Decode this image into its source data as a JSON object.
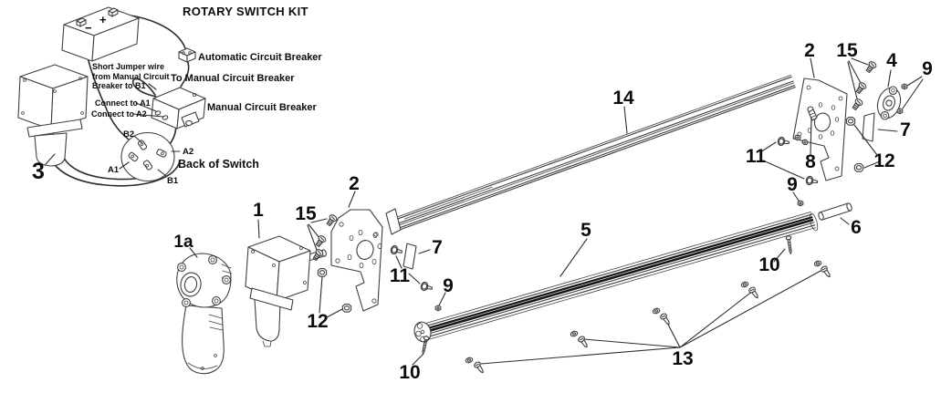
{
  "colors": {
    "line": "#3f3f3f",
    "dark": "#161616",
    "label": "#0c0c0c",
    "bg": "#ffffff"
  },
  "inset": {
    "title": "ROTARY SWITCH KIT",
    "battery_plus": "+",
    "battery_minus": "−",
    "automatic_breaker": "Automatic Circuit Breaker",
    "to_manual_breaker": "To Manual Circuit Breaker",
    "jumper_note_1": "Short Jumper wire",
    "jumper_note_2": "from Manual Circuit",
    "jumper_note_3": "Breaker to B1",
    "connect_a1": "Connect to A1",
    "connect_a2": "Connect to A2",
    "manual_breaker": "Manual Circuit Breaker",
    "back_of_switch": "Back of Switch",
    "term_b2": "B2",
    "term_a2": "A2",
    "term_a1": "A1",
    "term_b1": "B1"
  },
  "callouts": {
    "switch_kit_motor": "3",
    "gearbox_housing": "1a",
    "motor": "1",
    "plate_left": "2",
    "plate_screws_left": "15",
    "hex_nuts_left": "12",
    "flange_bolts_left": "11",
    "slide_block_left": "7",
    "set_screw_left": "9",
    "tube_screw_left": "10",
    "awning_rail": "14",
    "roller_tube": "5",
    "rail_screws": "13",
    "tube_screw_right": "10",
    "drive_pin": "6",
    "set_screw_right": "9",
    "plate_right": "2",
    "plate_screws_right": "15",
    "pivot_flange": "4",
    "flange_screws": "9",
    "slide_block_right": "7",
    "hex_nuts_right": "12",
    "travel_lock": "8",
    "flange_bolts_right": "11"
  }
}
